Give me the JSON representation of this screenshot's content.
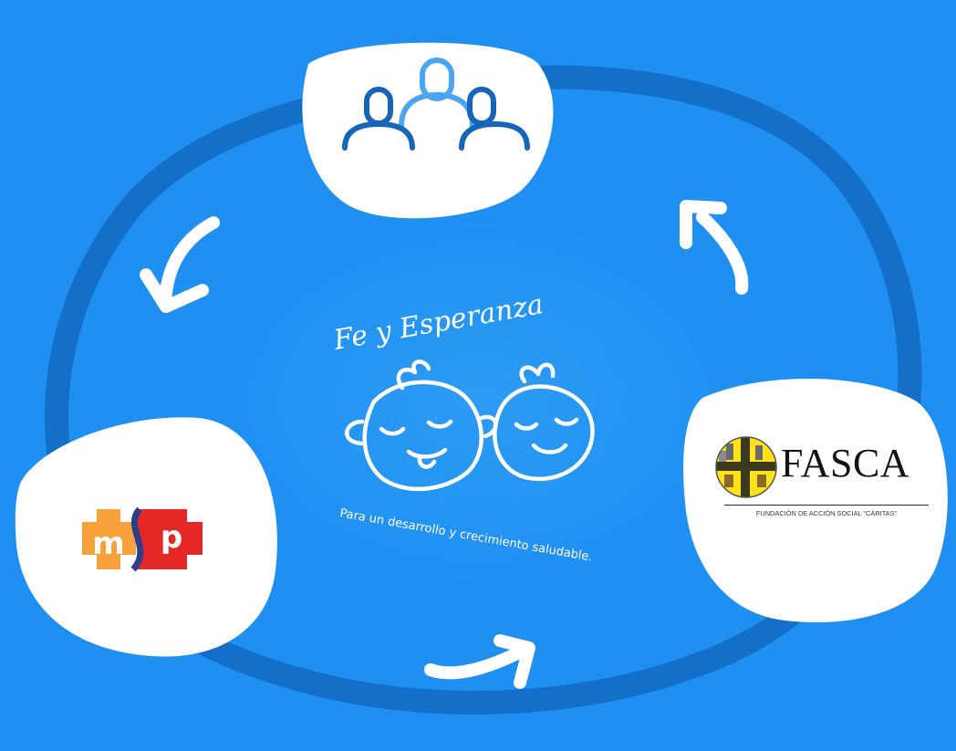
{
  "brand": {
    "title": "Fe y Esperanza",
    "tagline": "Para un desarrollo y crecimiento saludable."
  },
  "partners": {
    "community": {
      "icon": "people-group-icon"
    },
    "msp": {
      "logo_text": "msp",
      "letter_m": "m",
      "letter_p": "p"
    },
    "fasca": {
      "name": "FASCA",
      "subtitle": "FUNDACIÓN DE ACCIÓN SOCIAL \"CÁRITAS\""
    }
  },
  "colors": {
    "background": "#1f8ff2",
    "loop": "#146fc9",
    "center_glow": "#2a9cf6",
    "card": "#ffffff",
    "icon_dark": "#1565b8",
    "icon_light": "#4aa6f2",
    "msp_orange": "#f6a13a",
    "msp_red": "#e42828",
    "msp_navy": "#2c3f8c",
    "fasca_yellow": "#ffe21a"
  }
}
